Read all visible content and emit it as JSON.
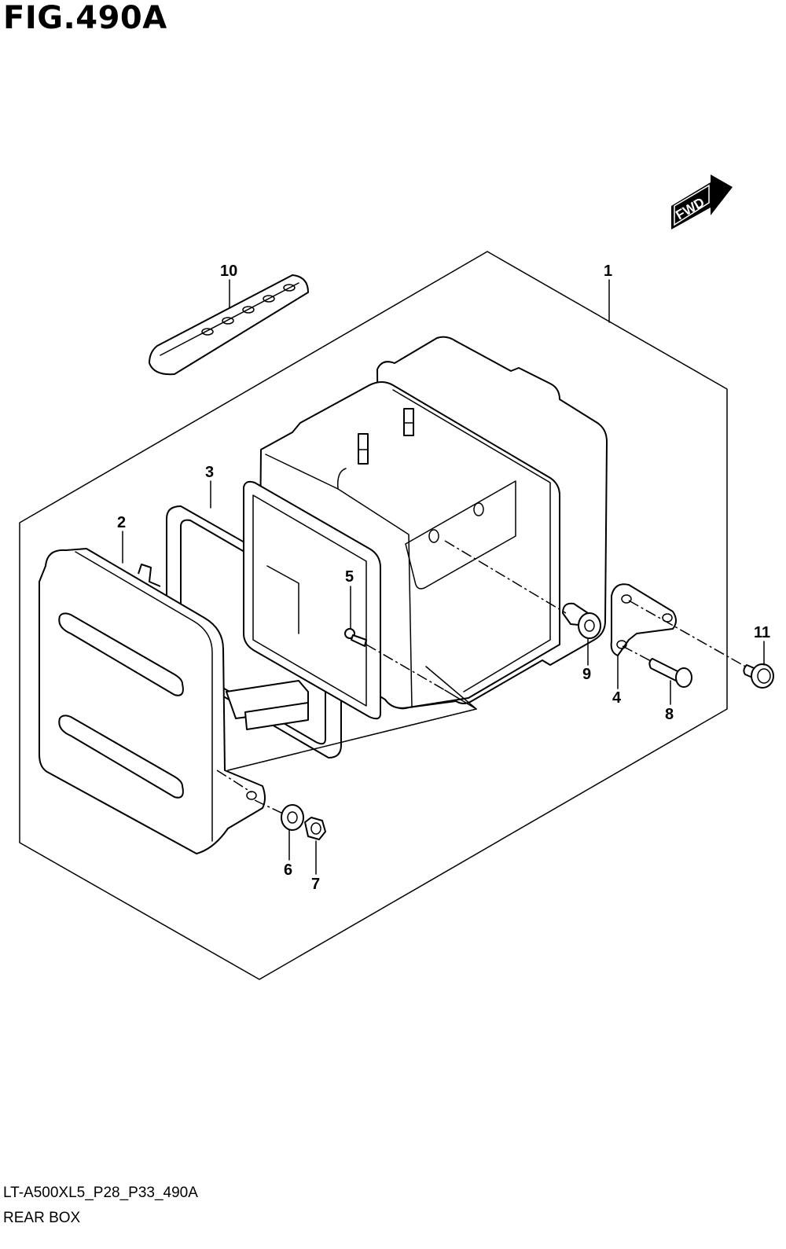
{
  "figure": {
    "title": "FIG.490A",
    "fwd_label": "FWD",
    "callouts": [
      {
        "id": "1",
        "label": "1"
      },
      {
        "id": "2",
        "label": "2"
      },
      {
        "id": "3",
        "label": "3"
      },
      {
        "id": "4",
        "label": "4"
      },
      {
        "id": "5",
        "label": "5"
      },
      {
        "id": "6",
        "label": "6"
      },
      {
        "id": "7",
        "label": "7"
      },
      {
        "id": "8",
        "label": "8"
      },
      {
        "id": "9",
        "label": "9"
      },
      {
        "id": "10",
        "label": "10"
      },
      {
        "id": "11",
        "label": "11"
      }
    ]
  },
  "footer": {
    "code": "LT-A500XL5_P28_P33_490A",
    "name": "REAR BOX"
  }
}
